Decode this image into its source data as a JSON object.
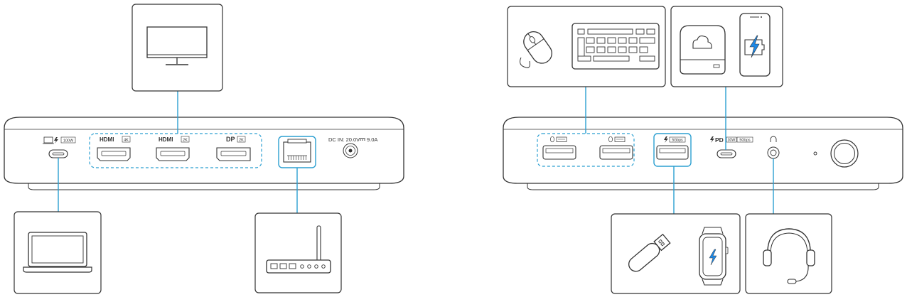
{
  "colors": {
    "outline": "#333333",
    "connector": "#2b9fd1",
    "accent": "#1e88e5",
    "background": "#ffffff"
  },
  "front_dock": {
    "usbc_power_label": "100W",
    "hdmi_label": "HDMI",
    "hdmi1_res": "4K",
    "hdmi2_res": "2K",
    "dp_label": "DP",
    "dp_res": "2K",
    "dc_in_label": "DC IN: 20.0V",
    "dc_in_current": "9.0A",
    "ports": [
      "usb-c-port",
      "hdmi-port-4k",
      "hdmi-port-2k",
      "displayport-2k",
      "ethernet-port",
      "dc-in-jack"
    ]
  },
  "rear_dock": {
    "usba_speed": "5Gbps",
    "pd_label": "PD",
    "pd_power": "30W",
    "pd_speed": "5Gbps",
    "ports": [
      "usb-a-port-1",
      "usb-a-port-2",
      "usb-a-port-3",
      "usb-c-pd-port",
      "audio-jack",
      "led-indicator",
      "power-button"
    ]
  },
  "devices": {
    "front": [
      "monitor",
      "laptop",
      "router"
    ],
    "rear": [
      "mouse",
      "keyboard",
      "external-drive",
      "smartphone-charging",
      "usb-flash-drive",
      "smartwatch",
      "headset"
    ]
  }
}
